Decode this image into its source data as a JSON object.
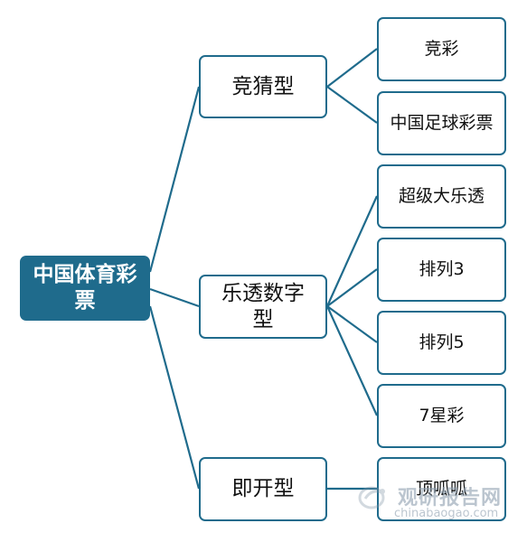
{
  "diagram": {
    "root": {
      "label": "中国体育彩票"
    },
    "categories": [
      {
        "label": "竞猜型",
        "children": [
          "竞彩",
          "中国足球彩票"
        ]
      },
      {
        "label": "乐透数字型",
        "children": [
          "超级大乐透",
          "排列3",
          "排列5",
          "7星彩"
        ]
      },
      {
        "label": "即开型",
        "children": [
          "顶呱呱"
        ]
      }
    ]
  },
  "watermark": {
    "title": "观研报告网",
    "url": "chinabaogao.com"
  },
  "colors": {
    "accent": "#1f6b8c",
    "root_text": "#ffffff",
    "node_text": "#111111",
    "node_fill": "#ffffff"
  }
}
